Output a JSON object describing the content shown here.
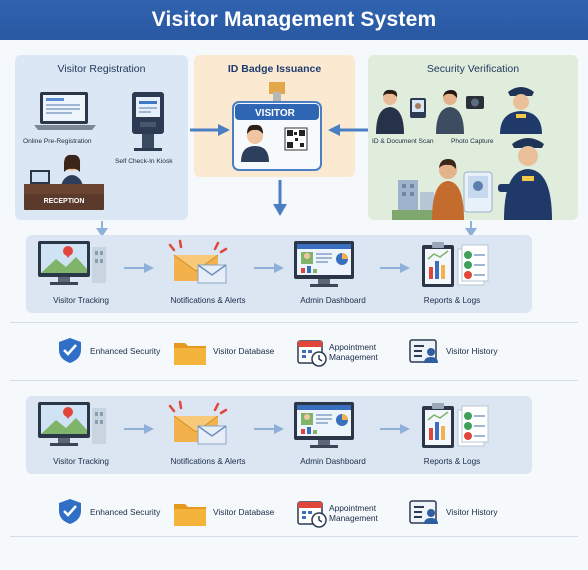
{
  "title": "Visitor Management System",
  "panels": {
    "registration": {
      "title": "Visitor Registration",
      "online": "Online Pre-Registration",
      "kiosk": "Self Check-In Kiosk",
      "reception": "RECEPTION"
    },
    "badge": {
      "title": "ID Badge Issuance",
      "badge_text": "VISITOR"
    },
    "security": {
      "title": "Security Verification",
      "id_scan": "ID & Document Scan",
      "photo": "Photo Capture"
    }
  },
  "modules": [
    {
      "label": "Visitor Tracking",
      "icon": "monitor-map-icon"
    },
    {
      "label": "Notifications & Alerts",
      "icon": "envelope-alert-icon"
    },
    {
      "label": "Admin Dashboard",
      "icon": "monitor-dashboard-icon"
    },
    {
      "label": "Reports & Logs",
      "icon": "clipboard-report-icon"
    }
  ],
  "features": [
    {
      "label": "Enhanced Security",
      "icon": "shield-check-icon"
    },
    {
      "label": "Visitor Database",
      "icon": "folder-icon"
    },
    {
      "label": "Appointment Management",
      "icon": "calendar-clock-icon"
    },
    {
      "label": "Visitor History",
      "icon": "id-history-icon"
    }
  ],
  "colors": {
    "title_bar": "#2d5ea9",
    "arrow": "#4a7fc4",
    "registration_panel": "#dbe7f4",
    "badge_panel": "#fbe9d2",
    "security_panel": "#e0eddd",
    "row_band": "#dbe6f2",
    "shield": "#2f6fc6",
    "folder": "#f0a623"
  }
}
